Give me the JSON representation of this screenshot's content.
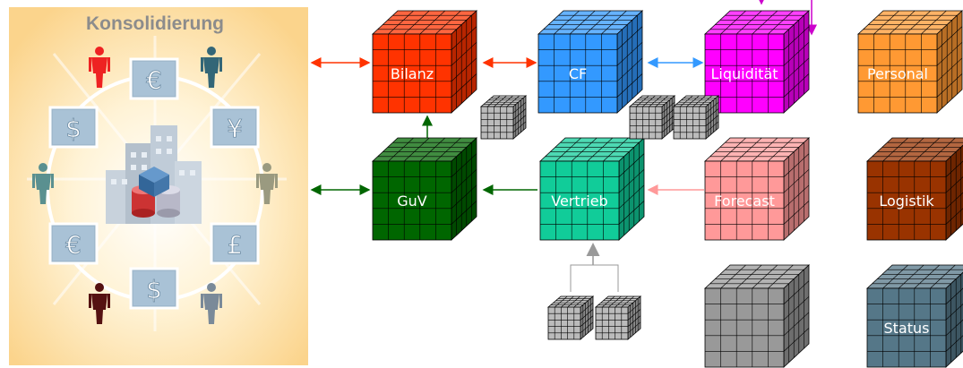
{
  "consolidation": {
    "title": "Konsolidierung",
    "currencies": [
      "€",
      "¥",
      "£",
      "$",
      "€",
      "$"
    ]
  },
  "cubes": {
    "bilanz": {
      "label": "Bilanz",
      "color": "#ff3300"
    },
    "cf": {
      "label": "CF",
      "color": "#3399ff"
    },
    "liquiditaet": {
      "label": "Liquidität",
      "color": "#ff00ff"
    },
    "personal": {
      "label": "Personal",
      "color": "#ff9933"
    },
    "guv": {
      "label": "GuV",
      "color": "#006600"
    },
    "vertrieb": {
      "label": "Vertrieb",
      "color": "#11cc99"
    },
    "forecast": {
      "label": "Forecast",
      "color": "#ff9999"
    },
    "logistik": {
      "label": "Logistik",
      "color": "#993300"
    },
    "grau": {
      "label": "",
      "color": "#999999"
    },
    "status": {
      "label": "Status",
      "color": "#557788"
    }
  },
  "colors": {
    "arrow_red": "#ff3300",
    "arrow_blue": "#3399ff",
    "arrow_green": "#006600",
    "arrow_pink": "#ff9999",
    "arrow_magenta": "#cc00cc",
    "arrow_gray": "#999999",
    "panel_bg": "#fde2a8"
  }
}
